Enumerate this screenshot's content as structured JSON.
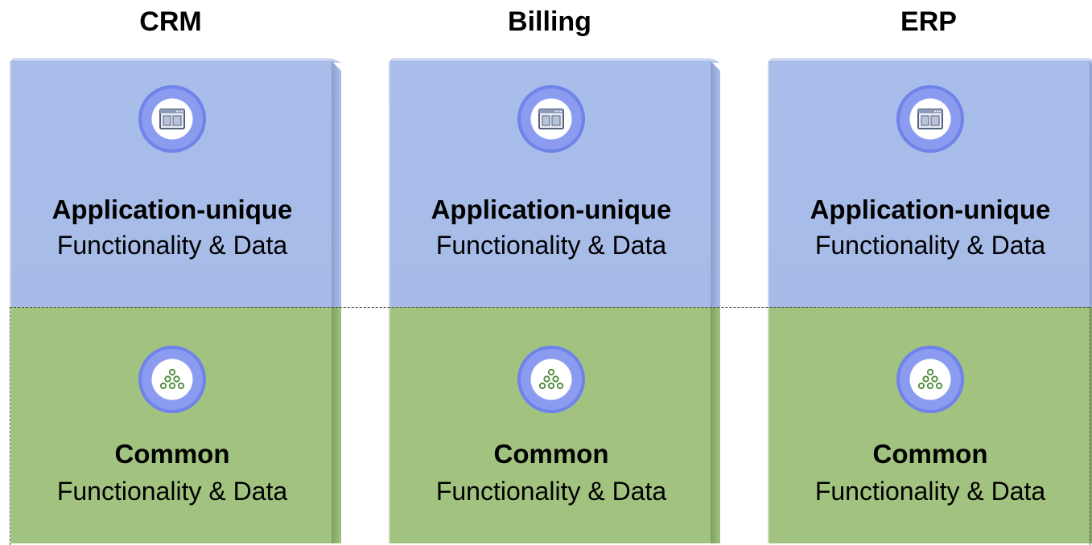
{
  "columns": [
    {
      "title": "CRM",
      "top_block": {
        "icon": "application-window-icon",
        "heading": "Application-unique",
        "subheading": "Functionality & Data"
      },
      "bottom_block": {
        "icon": "shared-nodes-icon",
        "heading": "Common",
        "subheading": "Functionality & Data"
      }
    },
    {
      "title": "Billing",
      "top_block": {
        "icon": "application-window-icon",
        "heading": "Application-unique",
        "subheading": "Functionality & Data"
      },
      "bottom_block": {
        "icon": "shared-nodes-icon",
        "heading": "Common",
        "subheading": "Functionality & Data"
      }
    },
    {
      "title": "ERP",
      "top_block": {
        "icon": "application-window-icon",
        "heading": "Application-unique",
        "subheading": "Functionality & Data"
      },
      "bottom_block": {
        "icon": "shared-nodes-icon",
        "heading": "Common",
        "subheading": "Functionality & Data"
      }
    }
  ],
  "colors": {
    "unique_block": "#a9bdea",
    "common_block": "#a2c37f",
    "icon_ring": "#7f92ee"
  }
}
